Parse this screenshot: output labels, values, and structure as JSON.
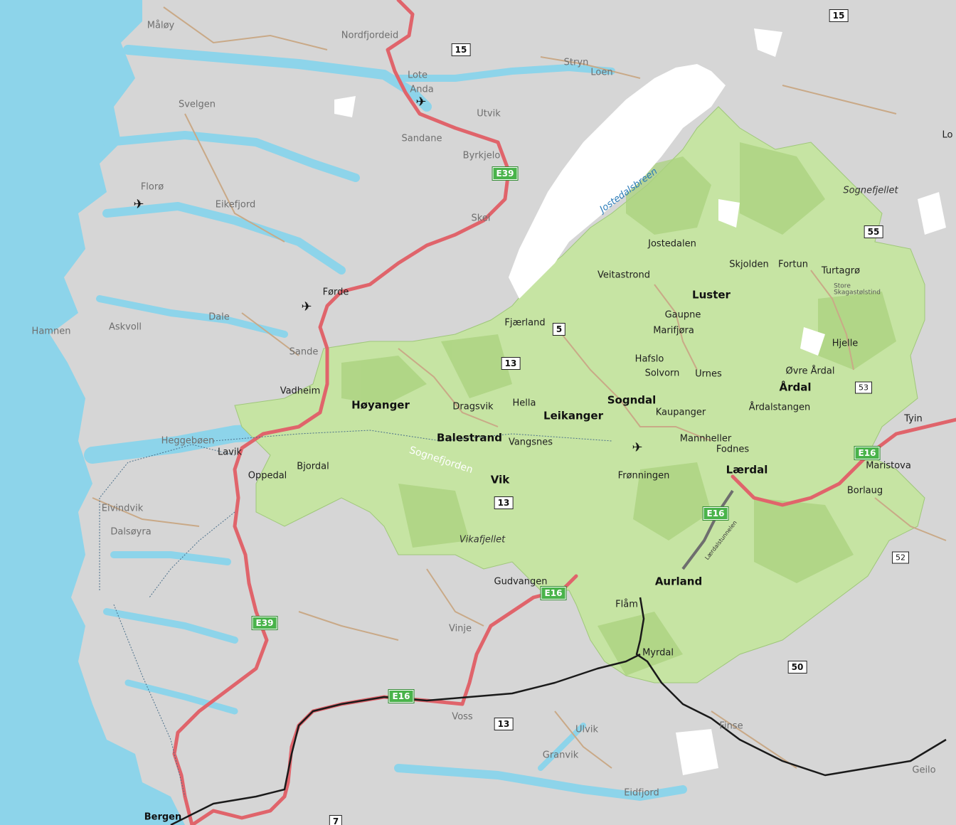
{
  "map": {
    "places": [
      {
        "id": "maloy",
        "name": "Måløy"
      },
      {
        "id": "nordfjordeid",
        "name": "Nordfjordeid"
      },
      {
        "id": "lote",
        "name": "Lote"
      },
      {
        "id": "anda",
        "name": "Anda"
      },
      {
        "id": "stryn",
        "name": "Stryn"
      },
      {
        "id": "loen",
        "name": "Loen"
      },
      {
        "id": "svelgen",
        "name": "Svelgen"
      },
      {
        "id": "utvik",
        "name": "Utvik"
      },
      {
        "id": "sandane",
        "name": "Sandane"
      },
      {
        "id": "byrkjelo",
        "name": "Byrkjelo"
      },
      {
        "id": "floro",
        "name": "Florø"
      },
      {
        "id": "eikefjord",
        "name": "Eikefjord"
      },
      {
        "id": "skei",
        "name": "Skei"
      },
      {
        "id": "jostedalen",
        "name": "Jostedalen"
      },
      {
        "id": "skjolden",
        "name": "Skjolden"
      },
      {
        "id": "fortun",
        "name": "Fortun"
      },
      {
        "id": "turtagro",
        "name": "Turtagrø"
      },
      {
        "id": "veitastrond",
        "name": "Veitastrond"
      },
      {
        "id": "forde",
        "name": "Førde"
      },
      {
        "id": "gaupne",
        "name": "Gaupne"
      },
      {
        "id": "marifjora",
        "name": "Marifjøra"
      },
      {
        "id": "hamnen",
        "name": "Hamnen"
      },
      {
        "id": "askvoll",
        "name": "Askvoll"
      },
      {
        "id": "dale",
        "name": "Dale"
      },
      {
        "id": "fjaerland",
        "name": "Fjærland"
      },
      {
        "id": "hjelle",
        "name": "Hjelle"
      },
      {
        "id": "sande",
        "name": "Sande"
      },
      {
        "id": "hafslo",
        "name": "Hafslo"
      },
      {
        "id": "solvorn",
        "name": "Solvorn"
      },
      {
        "id": "urnes",
        "name": "Urnes"
      },
      {
        "id": "ovre_ardal",
        "name": "Øvre Årdal"
      },
      {
        "id": "vadheim",
        "name": "Vadheim"
      },
      {
        "id": "dragsvik",
        "name": "Dragsvik"
      },
      {
        "id": "hella",
        "name": "Hella"
      },
      {
        "id": "kaupanger",
        "name": "Kaupanger"
      },
      {
        "id": "ardalstangen",
        "name": "Årdalstangen"
      },
      {
        "id": "tyin",
        "name": "Tyin"
      },
      {
        "id": "heggeboen",
        "name": "Heggebøen"
      },
      {
        "id": "vangsnes",
        "name": "Vangsnes"
      },
      {
        "id": "mannheller",
        "name": "Mannheller"
      },
      {
        "id": "lavik",
        "name": "Lavik"
      },
      {
        "id": "fodnes",
        "name": "Fodnes"
      },
      {
        "id": "bjordal",
        "name": "Bjordal"
      },
      {
        "id": "maristova",
        "name": "Maristova"
      },
      {
        "id": "oppedal",
        "name": "Oppedal"
      },
      {
        "id": "fronningen",
        "name": "Frønningen"
      },
      {
        "id": "borlaug",
        "name": "Borlaug"
      },
      {
        "id": "eivindvik",
        "name": "Eivindvik"
      },
      {
        "id": "dalsoyra",
        "name": "Dalsøyra"
      },
      {
        "id": "gudvangen",
        "name": "Gudvangen"
      },
      {
        "id": "flam",
        "name": "Flåm"
      },
      {
        "id": "vinje",
        "name": "Vinje"
      },
      {
        "id": "myrdal",
        "name": "Myrdal"
      },
      {
        "id": "voss",
        "name": "Voss"
      },
      {
        "id": "finse",
        "name": "Finse"
      },
      {
        "id": "ulvik",
        "name": "Ulvik"
      },
      {
        "id": "granvik",
        "name": "Granvik"
      },
      {
        "id": "geilo",
        "name": "Geilo"
      },
      {
        "id": "eidfjord",
        "name": "Eidfjord"
      },
      {
        "id": "bergen",
        "name": "Bergen"
      },
      {
        "id": "lo_edge",
        "name": "Lo"
      }
    ],
    "municipalities": [
      {
        "id": "hoyanger",
        "name": "Høyanger"
      },
      {
        "id": "balestrand",
        "name": "Balestrand"
      },
      {
        "id": "leikanger",
        "name": "Leikanger"
      },
      {
        "id": "sogndal",
        "name": "Sogndal"
      },
      {
        "id": "luster",
        "name": "Luster"
      },
      {
        "id": "ardal",
        "name": "Årdal"
      },
      {
        "id": "laerdal",
        "name": "Lærdal"
      },
      {
        "id": "vik",
        "name": "Vik"
      },
      {
        "id": "aurland",
        "name": "Aurland"
      }
    ],
    "features": {
      "glacier": "Jostedalsbreen",
      "fjord": "Sognefjorden",
      "mountain_sognefjellet": "Sognefjellet",
      "mountain_vikafjellet": "Vikafjellet",
      "peak": "Store\nSkagastølstind",
      "tunnel": "Lærdalstunnelen"
    },
    "roads": [
      {
        "id": "r15a",
        "label": "15",
        "type": "national"
      },
      {
        "id": "r15b",
        "label": "15",
        "type": "national"
      },
      {
        "id": "e39a",
        "label": "E39",
        "type": "european"
      },
      {
        "id": "r5",
        "label": "5",
        "type": "national"
      },
      {
        "id": "r13a",
        "label": "13",
        "type": "national"
      },
      {
        "id": "r55",
        "label": "55",
        "type": "national"
      },
      {
        "id": "r53",
        "label": "53",
        "type": "county"
      },
      {
        "id": "e16a",
        "label": "E16",
        "type": "european"
      },
      {
        "id": "r13b",
        "label": "13",
        "type": "national"
      },
      {
        "id": "e16b",
        "label": "E16",
        "type": "european"
      },
      {
        "id": "r52",
        "label": "52",
        "type": "county"
      },
      {
        "id": "e16c",
        "label": "E16",
        "type": "european"
      },
      {
        "id": "e39b",
        "label": "E39",
        "type": "european"
      },
      {
        "id": "r50",
        "label": "50",
        "type": "national"
      },
      {
        "id": "e16d",
        "label": "E16",
        "type": "european"
      },
      {
        "id": "r13c",
        "label": "13",
        "type": "national"
      },
      {
        "id": "r7",
        "label": "7",
        "type": "national"
      }
    ],
    "airports": [
      "airport-sandane",
      "airport-floro",
      "airport-forde",
      "airport-sogndal"
    ],
    "colors": {
      "sea": "#8dd4ea",
      "land": "#d6d6d6",
      "region": "#c6e4a3",
      "region_dark": "#a9d27d",
      "glacier": "#ffffff",
      "road_main": "#e0646b",
      "road_minor": "#c9a987",
      "rail": "#1a1a1a",
      "route_shield": "#49b34a"
    }
  }
}
